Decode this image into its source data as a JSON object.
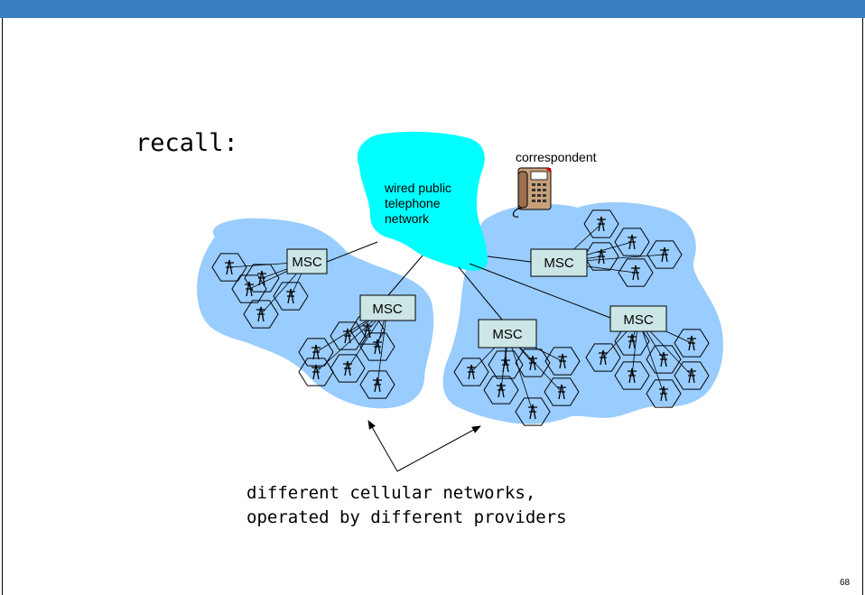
{
  "slide": {
    "title": "recall:",
    "caption_lines": [
      "different cellular networks,",
      "operated by different providers"
    ],
    "page_number": "68"
  },
  "diagram": {
    "pstn_label_lines": [
      "wired public",
      "telephone",
      "network"
    ],
    "correspondent_label": "correspondent",
    "msc_label": "MSC",
    "colors": {
      "header_bar": "#3a7fc1",
      "pstn_cloud": "#00ffff",
      "cellular_cloud": "#99ccff",
      "msc_box": "#cce6e6",
      "phone_body": "#c8a07a"
    }
  }
}
